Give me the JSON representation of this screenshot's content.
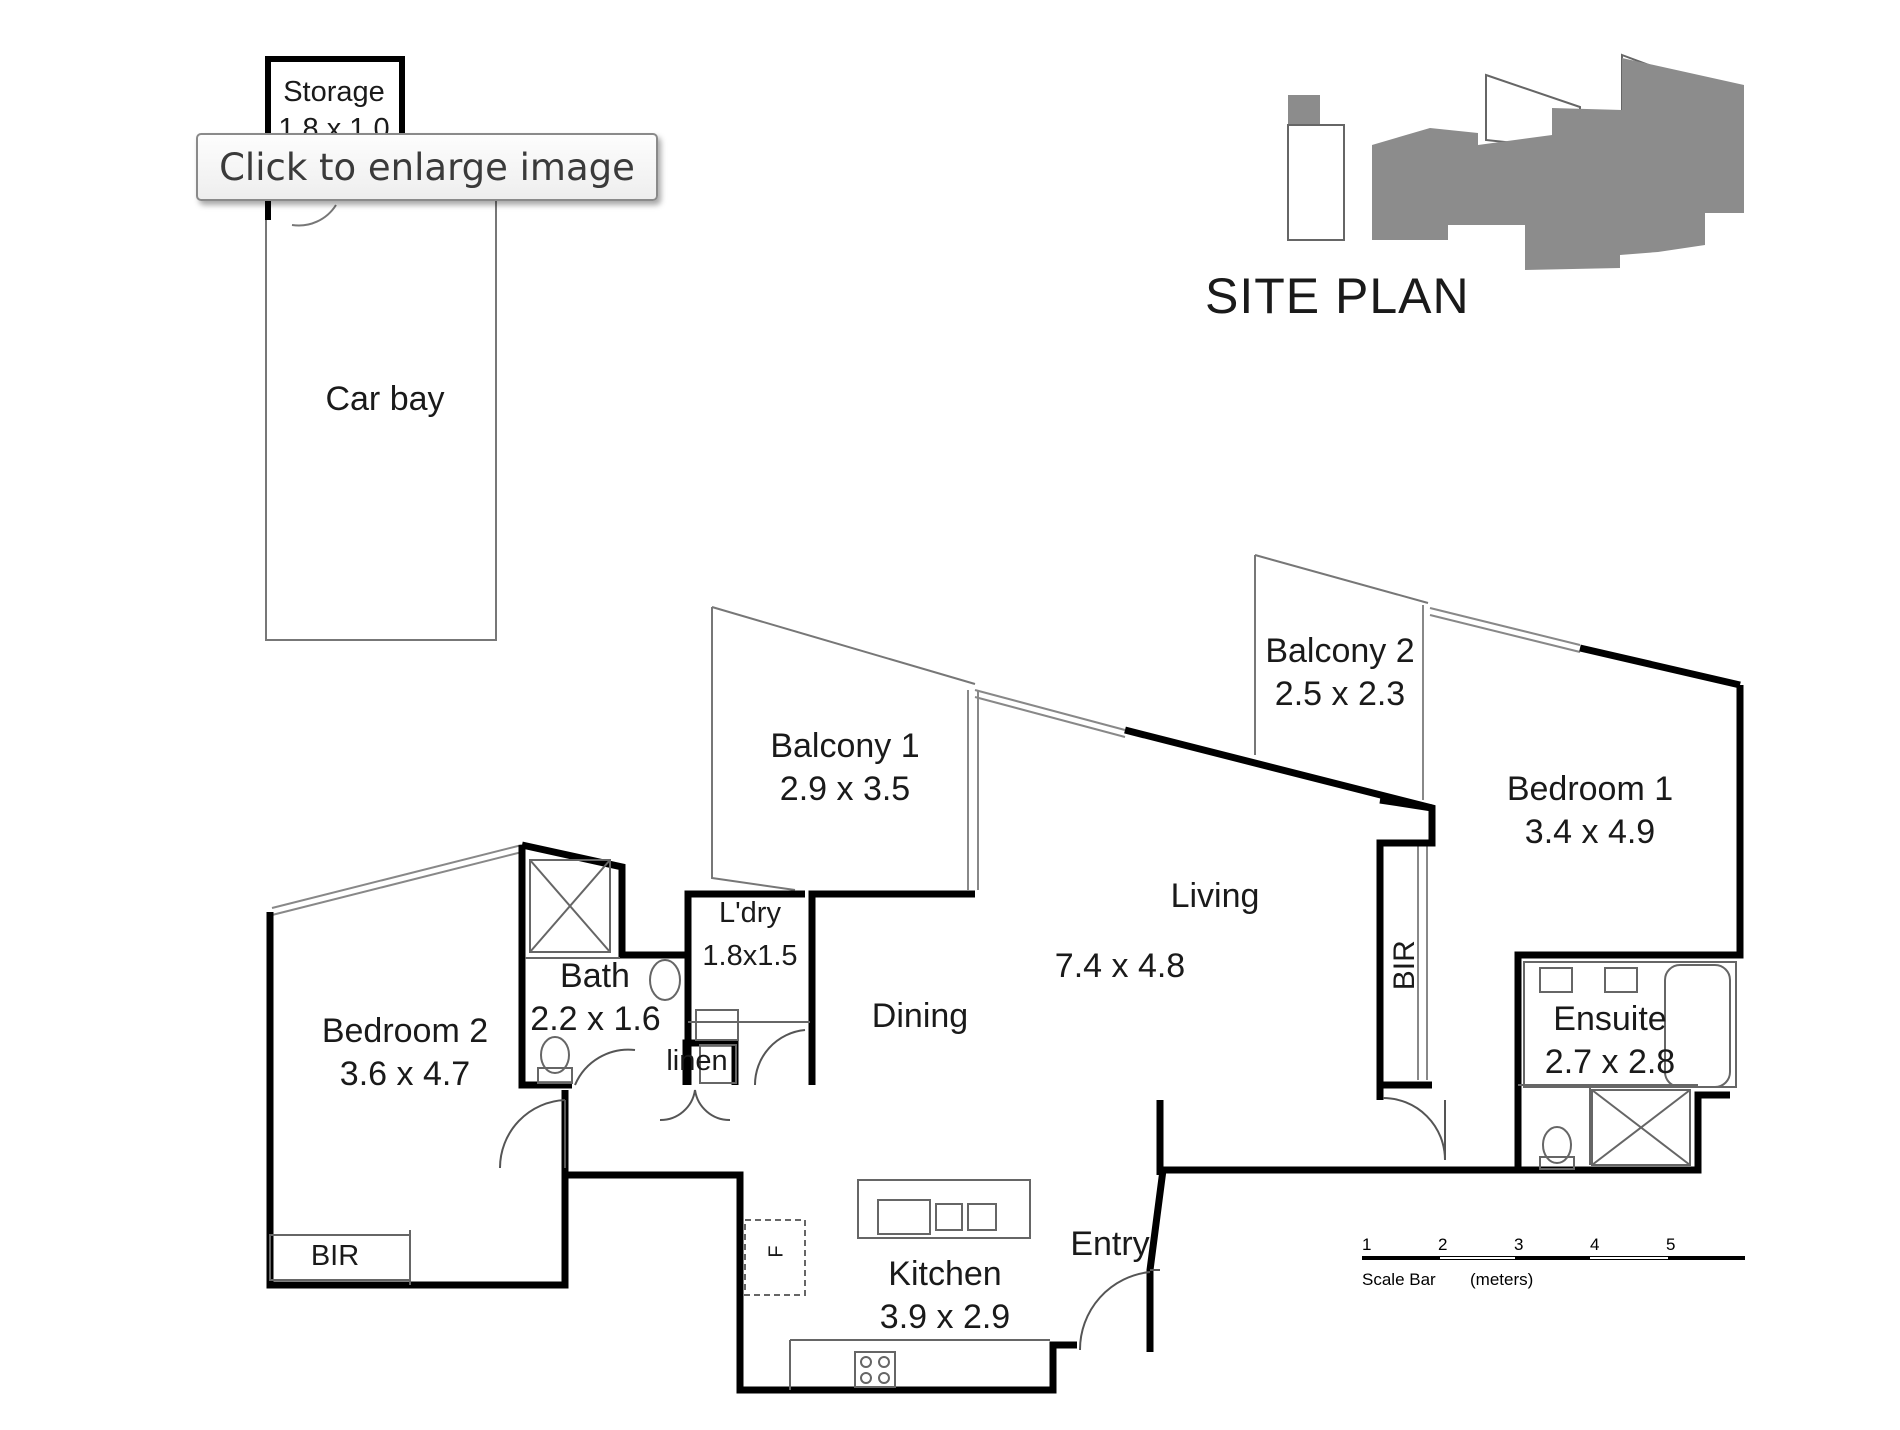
{
  "tooltip": {
    "text": "Click to enlarge image"
  },
  "site_plan": {
    "title": "SITE PLAN"
  },
  "rooms": {
    "storage": {
      "name": "Storage",
      "size": "1.8 x 1.0"
    },
    "car_bay": {
      "name": "Car bay"
    },
    "balcony1": {
      "name": "Balcony 1",
      "size": "2.9 x 3.5"
    },
    "balcony2": {
      "name": "Balcony 2",
      "size": "2.5 x 2.3"
    },
    "bedroom1": {
      "name": "Bedroom 1",
      "size": "3.4 x 4.9"
    },
    "bedroom2": {
      "name": "Bedroom 2",
      "size": "3.6 x 4.7"
    },
    "living": {
      "name": "Living",
      "size": "7.4 x 4.8"
    },
    "dining": {
      "name": "Dining"
    },
    "laundry": {
      "name": "L'dry",
      "size": "1.8x1.5"
    },
    "bath": {
      "name": "Bath",
      "size": "2.2 x 1.6"
    },
    "linen": {
      "name": "linen"
    },
    "ensuite": {
      "name": "Ensuite",
      "size": "2.7 x 2.8"
    },
    "bir_bed1": {
      "name": "BIR"
    },
    "bir_bed2": {
      "name": "BIR"
    },
    "kitchen": {
      "name": "Kitchen",
      "size": "3.9 x 2.9"
    },
    "entry": {
      "name": "Entry"
    },
    "fridge": {
      "name": "F"
    }
  },
  "scale_bar": {
    "ticks": [
      "1",
      "2",
      "3",
      "4",
      "5"
    ],
    "caption": "Scale Bar",
    "unit": "(meters)"
  }
}
